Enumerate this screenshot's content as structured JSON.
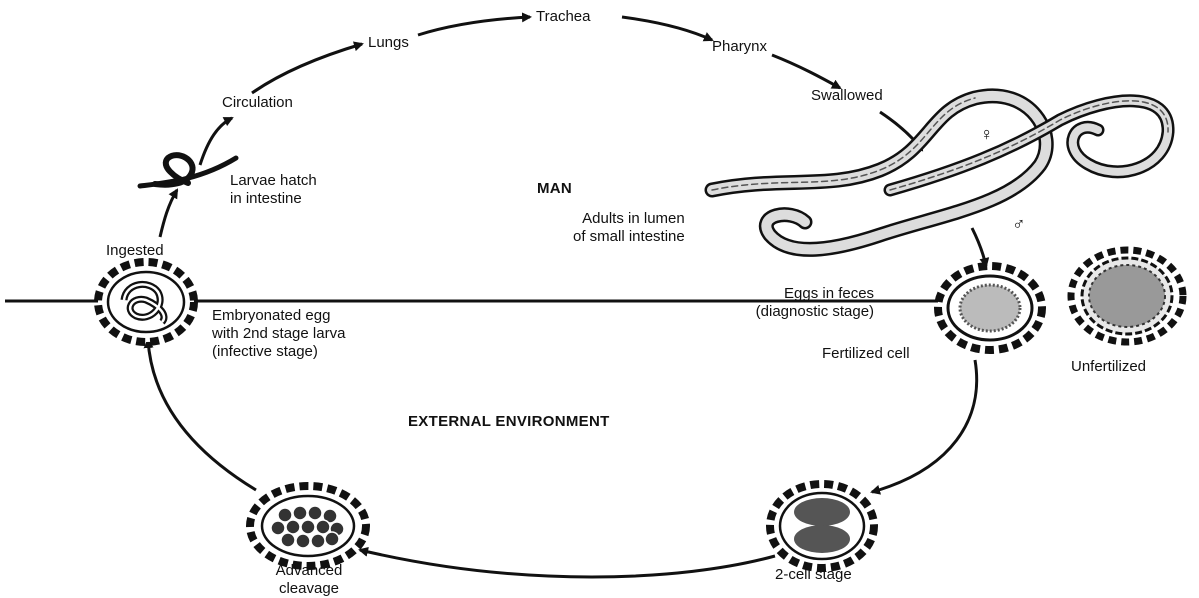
{
  "regions": {
    "host": "MAN",
    "environment": "EXTERNAL ENVIRONMENT"
  },
  "labels": {
    "trachea": "Trachea",
    "lungs": "Lungs",
    "pharynx": "Pharynx",
    "circulation": "Circulation",
    "swallowed": "Swallowed",
    "larvae_hatch": [
      "Larvae hatch",
      "in intestine"
    ],
    "adults": [
      "Adults in lumen",
      "of small intestine"
    ],
    "ingested": "Ingested",
    "embryonated": [
      "Embryonated egg",
      "with 2nd stage larva",
      "(infective stage)"
    ],
    "eggs_feces": [
      "Eggs in feces",
      "(diagnostic stage)"
    ],
    "fertilized": "Fertilized cell",
    "unfertilized": "Unfertilized",
    "advanced": [
      "Advanced",
      "cleavage"
    ],
    "two_cell": "2-cell stage"
  },
  "symbols": {
    "female": "♀",
    "male": "♂"
  }
}
